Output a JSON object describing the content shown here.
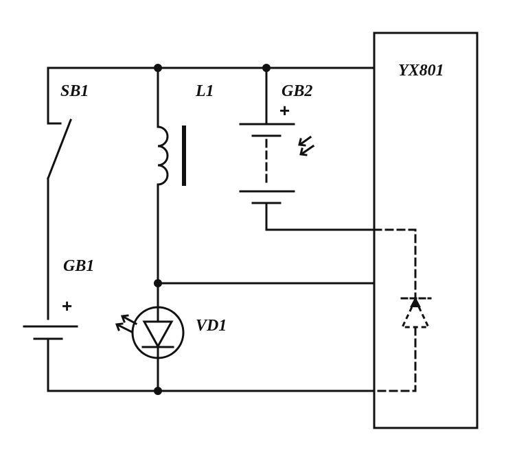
{
  "labels": {
    "ic": "YX801",
    "switch": "SB1",
    "inductor": "L1",
    "cell_top": "GB2",
    "cell_bottom": "GB1",
    "led": "VD1",
    "plus_top": "+",
    "plus_bottom": "+"
  },
  "colors": {
    "ink": "#111111",
    "background": "#ffffff"
  }
}
